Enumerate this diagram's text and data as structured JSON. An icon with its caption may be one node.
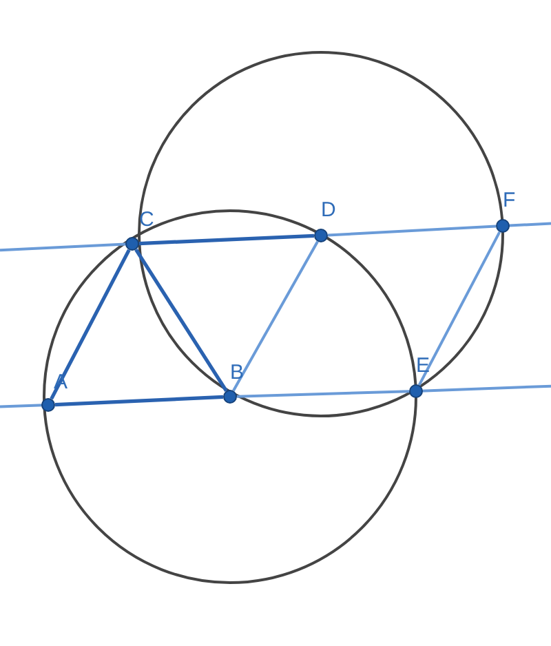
{
  "diagram": {
    "nodes": [
      {
        "text": [
          "A"
        ]
      },
      {
        "text": [
          "B"
        ]
      },
      {
        "text": [
          "C"
        ]
      },
      {
        "text": [
          "D"
        ]
      },
      {
        "text": [
          "E"
        ]
      },
      {
        "text": [
          "F"
        ]
      }
    ],
    "edges": [
      {
        "from": 0,
        "to": 1,
        "arrow": "none",
        "color": "#2a62b0"
      },
      {
        "from": 2,
        "to": 3,
        "arrow": "none",
        "color": "#2a62b0"
      },
      {
        "from": 0,
        "to": 2,
        "arrow": "none",
        "color": "#2a62b0"
      },
      {
        "from": 2,
        "to": 1,
        "arrow": "none",
        "color": "#2a62b0"
      },
      {
        "from": 1,
        "to": 3,
        "arrow": "none"
      },
      {
        "from": 4,
        "to": 5,
        "arrow": "none"
      },
      {
        "from": 3,
        "to": 5,
        "arrow": "none"
      },
      {
        "from": 1,
        "to": 4,
        "arrow": "none"
      }
    ]
  }
}
